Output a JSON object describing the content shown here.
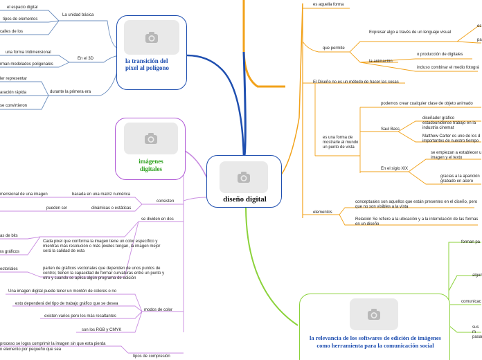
{
  "colors": {
    "main_blue": "#1f4fb0",
    "green": "#8bd23a",
    "purple": "#b058d6",
    "orange": "#f2a21a",
    "bluegray": "#6d8fbf",
    "teal": "#7fb5bd",
    "lightpurple": "#c88be0"
  },
  "center": {
    "title": "diseño digital",
    "photo_icon": "camera-icon"
  },
  "top_left": {
    "title": "la transición del pixel al polígono",
    "branches": [
      {
        "label": "La unidad básica",
        "children": [
          "el espacio digital",
          "tipos de elementos",
          "calles de los"
        ]
      },
      {
        "label": "En el 3D",
        "children": [
          "una forma tridimensional",
          "rman modelados poligonales"
        ]
      },
      {
        "label": "durante la primera era",
        "children": [
          "ler representar",
          "aración rápida",
          "se convirtieron"
        ]
      }
    ]
  },
  "middle_left": {
    "title": "imágenes digitales",
    "consisten": {
      "label": "consisten",
      "items": [
        {
          "label": "basada en una matriz numérica",
          "child": "mensional de una imagen"
        },
        {
          "label": "dinámicas o estáticas",
          "child": "pueden ser"
        }
      ]
    },
    "dividen": {
      "label": "se dividen en dos",
      "items": [
        {
          "text": "Cada pixel que conforma la imagen tiene un color específico y mientras más resolución o más pixeles tengan, la imagen mejor será la calidad de esta",
          "children": [
            "as de bits",
            "ra gráficos"
          ]
        },
        {
          "text": "parten de gráficos vectoriales que dependen de unos puntos de control, tienen la capacidad de formar curvaturas entre un punto y otro y cuando se aplica algún programa de edición",
          "children": [
            "ectoriales"
          ]
        }
      ]
    },
    "modos": {
      "label": "modos de color",
      "items": [
        "Una imagen digital puede tener un montón de colores o no",
        "esto dependerá del tipo de trabajo gráfico que se desea",
        "existen varios pero  los más resaltantes",
        "son  los RGB y CMYK"
      ]
    },
    "compresion": {
      "label": "tipos de compresión",
      "items": [
        "proceso se logra comprimir la imagen sin que esta pierda",
        "n elemento por pequeño que sea"
      ]
    }
  },
  "right_top": {
    "items": [
      {
        "label": "es aquella forma"
      },
      {
        "label": "que permite",
        "children": [
          {
            "label": "Expresar algo a través de un lenguaje visual",
            "children": [
              "es",
              "pa"
            ]
          },
          {
            "label": "la animación",
            "children": [
              "o producción de digitales",
              "incluso combinar el medio fotográ"
            ]
          }
        ]
      },
      {
        "label": "El Diseño no es un método de hacer las cosas",
        "children": [
          {
            "label": "es una forma de mostrarle al mundo un punto de vista",
            "children": [
              {
                "label": "podemos crear cualquier clase de objeto animado"
              },
              {
                "label": "Saul Bass",
                "children": [
                  "diseñador gráfico estadounidense trabajo en la industria cinemat",
                  "Matthew Carter es uno de los d importantes de nuestro tiempo"
                ]
              },
              {
                "label": "En el siglo XIX",
                "children": [
                  "se empiezan a establecer u imagen y el texto",
                  "gracias a la aparición grabado en acero"
                ]
              }
            ]
          }
        ]
      },
      {
        "label": "elementos",
        "children": [
          "conceptuales son aquellos que están presentes en el diseño, pero que no son visibles a la vista",
          "Relación Se refiere a la ubicación y a la interrelación de las formas en un diseño"
        ]
      }
    ]
  },
  "bottom_right": {
    "title": "la relevancia de los softwares de edición de imágenes como herramienta para la comunicación social",
    "side": [
      "forman pa",
      "algun",
      "comunicac",
      "sus m pasan"
    ]
  }
}
